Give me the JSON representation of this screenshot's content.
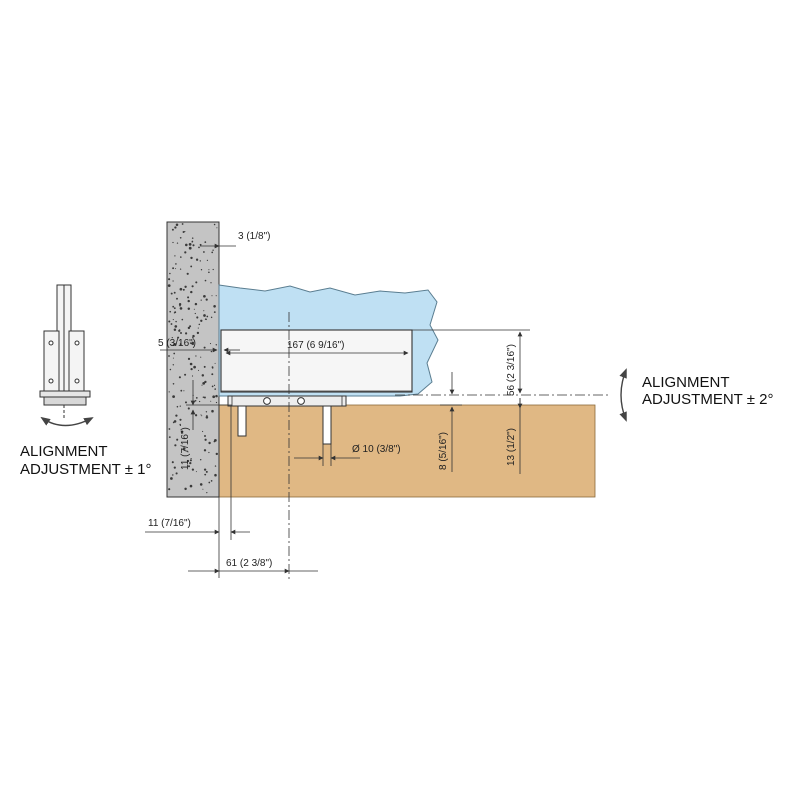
{
  "colors": {
    "glass": "#bfe0f3",
    "glass_outline": "#5a7d90",
    "wall": "#c4c4c4",
    "wall_speckle": "#3a3a3a",
    "base": "#e0b884",
    "hinge_body": "#f6f6f6",
    "line": "#333333"
  },
  "dimensions": {
    "wall_gap": "3 (1/8\")",
    "glass_offset": "5 (3/16\")",
    "hinge_length": "167 (6 9/16\")",
    "hinge_height": "56 (2 3/16\")",
    "pin_height": "8 (5/16\")",
    "floor_depth": "13 (1/2\")",
    "pin_diameter": "Ø 10 (3/8\")",
    "wall_depth": "11 (7/16\")",
    "wall_offset": "11 (7/16\")",
    "pivot_offset": "61 (2 3/8\")"
  },
  "callouts": {
    "right_line1": "ALIGNMENT",
    "right_line2": "ADJUSTMENT ± 2°",
    "left_line1": "ALIGNMENT",
    "left_line2": "ADJUSTMENT ± 1°"
  },
  "icons": [
    "rotation-arrow-icon",
    "side-view-hinge-icon"
  ]
}
